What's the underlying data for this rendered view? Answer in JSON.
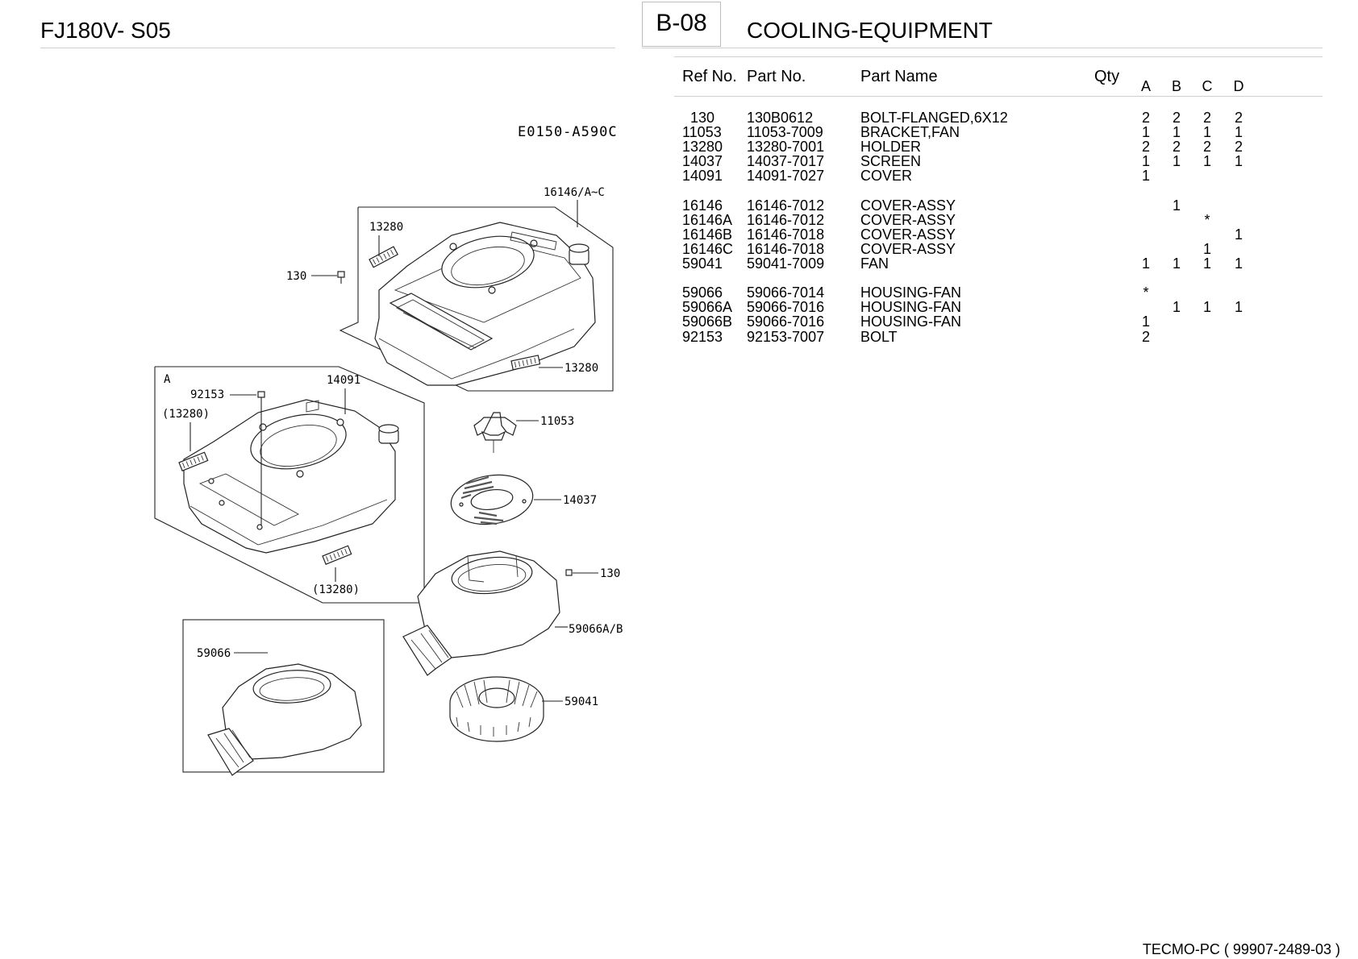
{
  "header": {
    "model": "FJ180V- S05",
    "section_code": "B-08",
    "section_title": "COOLING-EQUIPMENT"
  },
  "table": {
    "headers": {
      "ref": "Ref No.",
      "part_no": "Part No.",
      "name": "Part Name",
      "qty": "Qty",
      "a": "A",
      "b": "B",
      "c": "C",
      "d": "D"
    },
    "groups": [
      [
        {
          "ref": "130",
          "part_no": "130B0612",
          "name": "BOLT-FLANGED,6X12",
          "a": "2",
          "b": "2",
          "c": "2",
          "d": "2"
        },
        {
          "ref": "11053",
          "part_no": "11053-7009",
          "name": "BRACKET,FAN",
          "a": "1",
          "b": "1",
          "c": "1",
          "d": "1"
        },
        {
          "ref": "13280",
          "part_no": "13280-7001",
          "name": "HOLDER",
          "a": "2",
          "b": "2",
          "c": "2",
          "d": "2"
        },
        {
          "ref": "14037",
          "part_no": "14037-7017",
          "name": "SCREEN",
          "a": "1",
          "b": "1",
          "c": "1",
          "d": "1"
        },
        {
          "ref": "14091",
          "part_no": "14091-7027",
          "name": "COVER",
          "a": "1",
          "b": "",
          "c": "",
          "d": ""
        }
      ],
      [
        {
          "ref": "16146",
          "part_no": "16146-7012",
          "name": "COVER-ASSY",
          "a": "",
          "b": "1",
          "c": "",
          "d": ""
        },
        {
          "ref": "16146A",
          "part_no": "16146-7012",
          "name": "COVER-ASSY",
          "a": "",
          "b": "",
          "c": "*",
          "d": ""
        },
        {
          "ref": "16146B",
          "part_no": "16146-7018",
          "name": "COVER-ASSY",
          "a": "",
          "b": "",
          "c": "",
          "d": "1"
        },
        {
          "ref": "16146C",
          "part_no": "16146-7018",
          "name": "COVER-ASSY",
          "a": "",
          "b": "",
          "c": "1",
          "d": ""
        },
        {
          "ref": "59041",
          "part_no": "59041-7009",
          "name": "FAN",
          "a": "1",
          "b": "1",
          "c": "1",
          "d": "1"
        }
      ],
      [
        {
          "ref": "59066",
          "part_no": "59066-7014",
          "name": "HOUSING-FAN",
          "a": "*",
          "b": "",
          "c": "",
          "d": ""
        },
        {
          "ref": "59066A",
          "part_no": "59066-7016",
          "name": "HOUSING-FAN",
          "a": "",
          "b": "1",
          "c": "1",
          "d": "1"
        },
        {
          "ref": "59066B",
          "part_no": "59066-7016",
          "name": "HOUSING-FAN",
          "a": "1",
          "b": "",
          "c": "",
          "d": ""
        },
        {
          "ref": "92153",
          "part_no": "92153-7007",
          "name": "BOLT",
          "a": "2",
          "b": "",
          "c": "",
          "d": ""
        }
      ]
    ]
  },
  "diagram": {
    "code": "E0150-A590C",
    "callouts": {
      "c16146": "16146/A~C",
      "c13280_top": "13280",
      "c130_top": "130",
      "c13280_right": "13280",
      "box_a": "A",
      "c14091": "14091",
      "c92153": "92153",
      "c13280_paren_top": "(13280)",
      "c13280_paren_bottom": "(13280)",
      "c11053": "11053",
      "c14037": "14037",
      "c130_right": "130",
      "c59066ab": "59066A/B",
      "c59066": "59066",
      "c59041": "59041"
    }
  },
  "footer": {
    "text": "TECMO-PC  ( 99907-2489-03 )"
  }
}
